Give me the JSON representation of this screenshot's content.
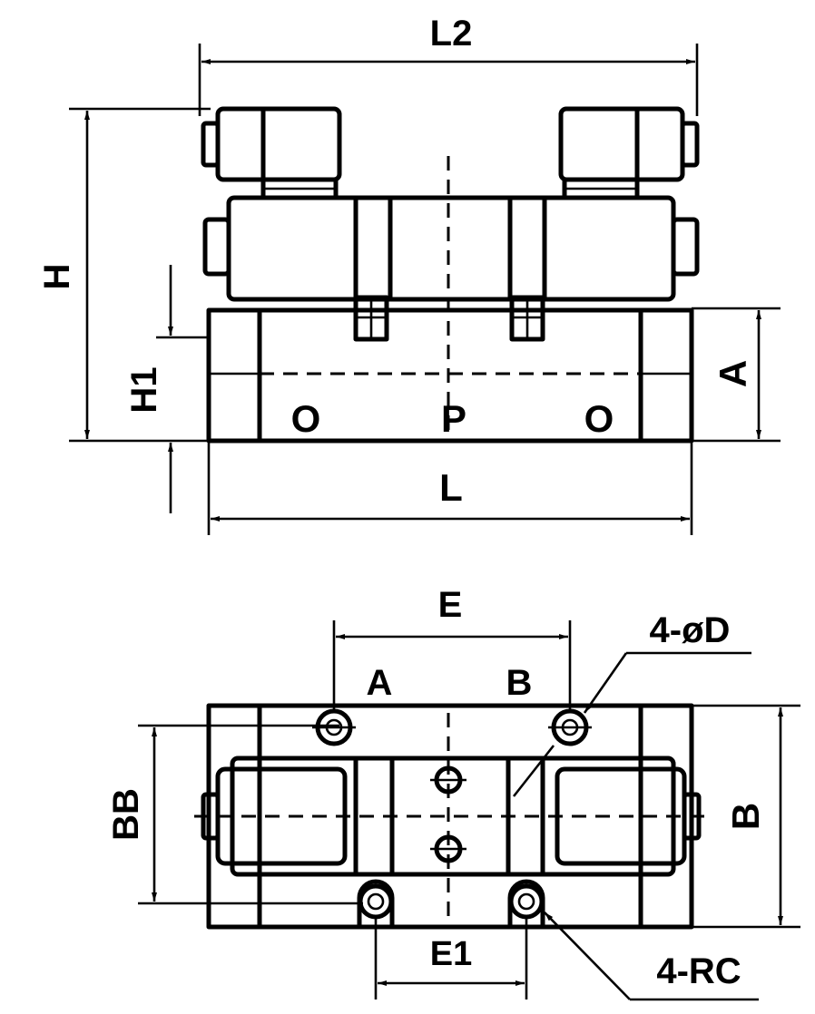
{
  "front_view": {
    "dimensions": {
      "overall_length_top": "L2",
      "overall_height": "H",
      "base_height": "H1",
      "body_height": "A",
      "body_length": "L"
    },
    "ports": {
      "left": "O",
      "center": "P",
      "right": "O"
    }
  },
  "top_view": {
    "dimensions": {
      "hole_spacing_top": "E",
      "hole_spacing_bottom": "E1",
      "inner_width": "BB",
      "overall_width": "B"
    },
    "ports": {
      "port_a": "A",
      "port_b": "B"
    },
    "callouts": {
      "mounting_holes": "4-øD",
      "threaded_ports": "4-RC"
    }
  }
}
